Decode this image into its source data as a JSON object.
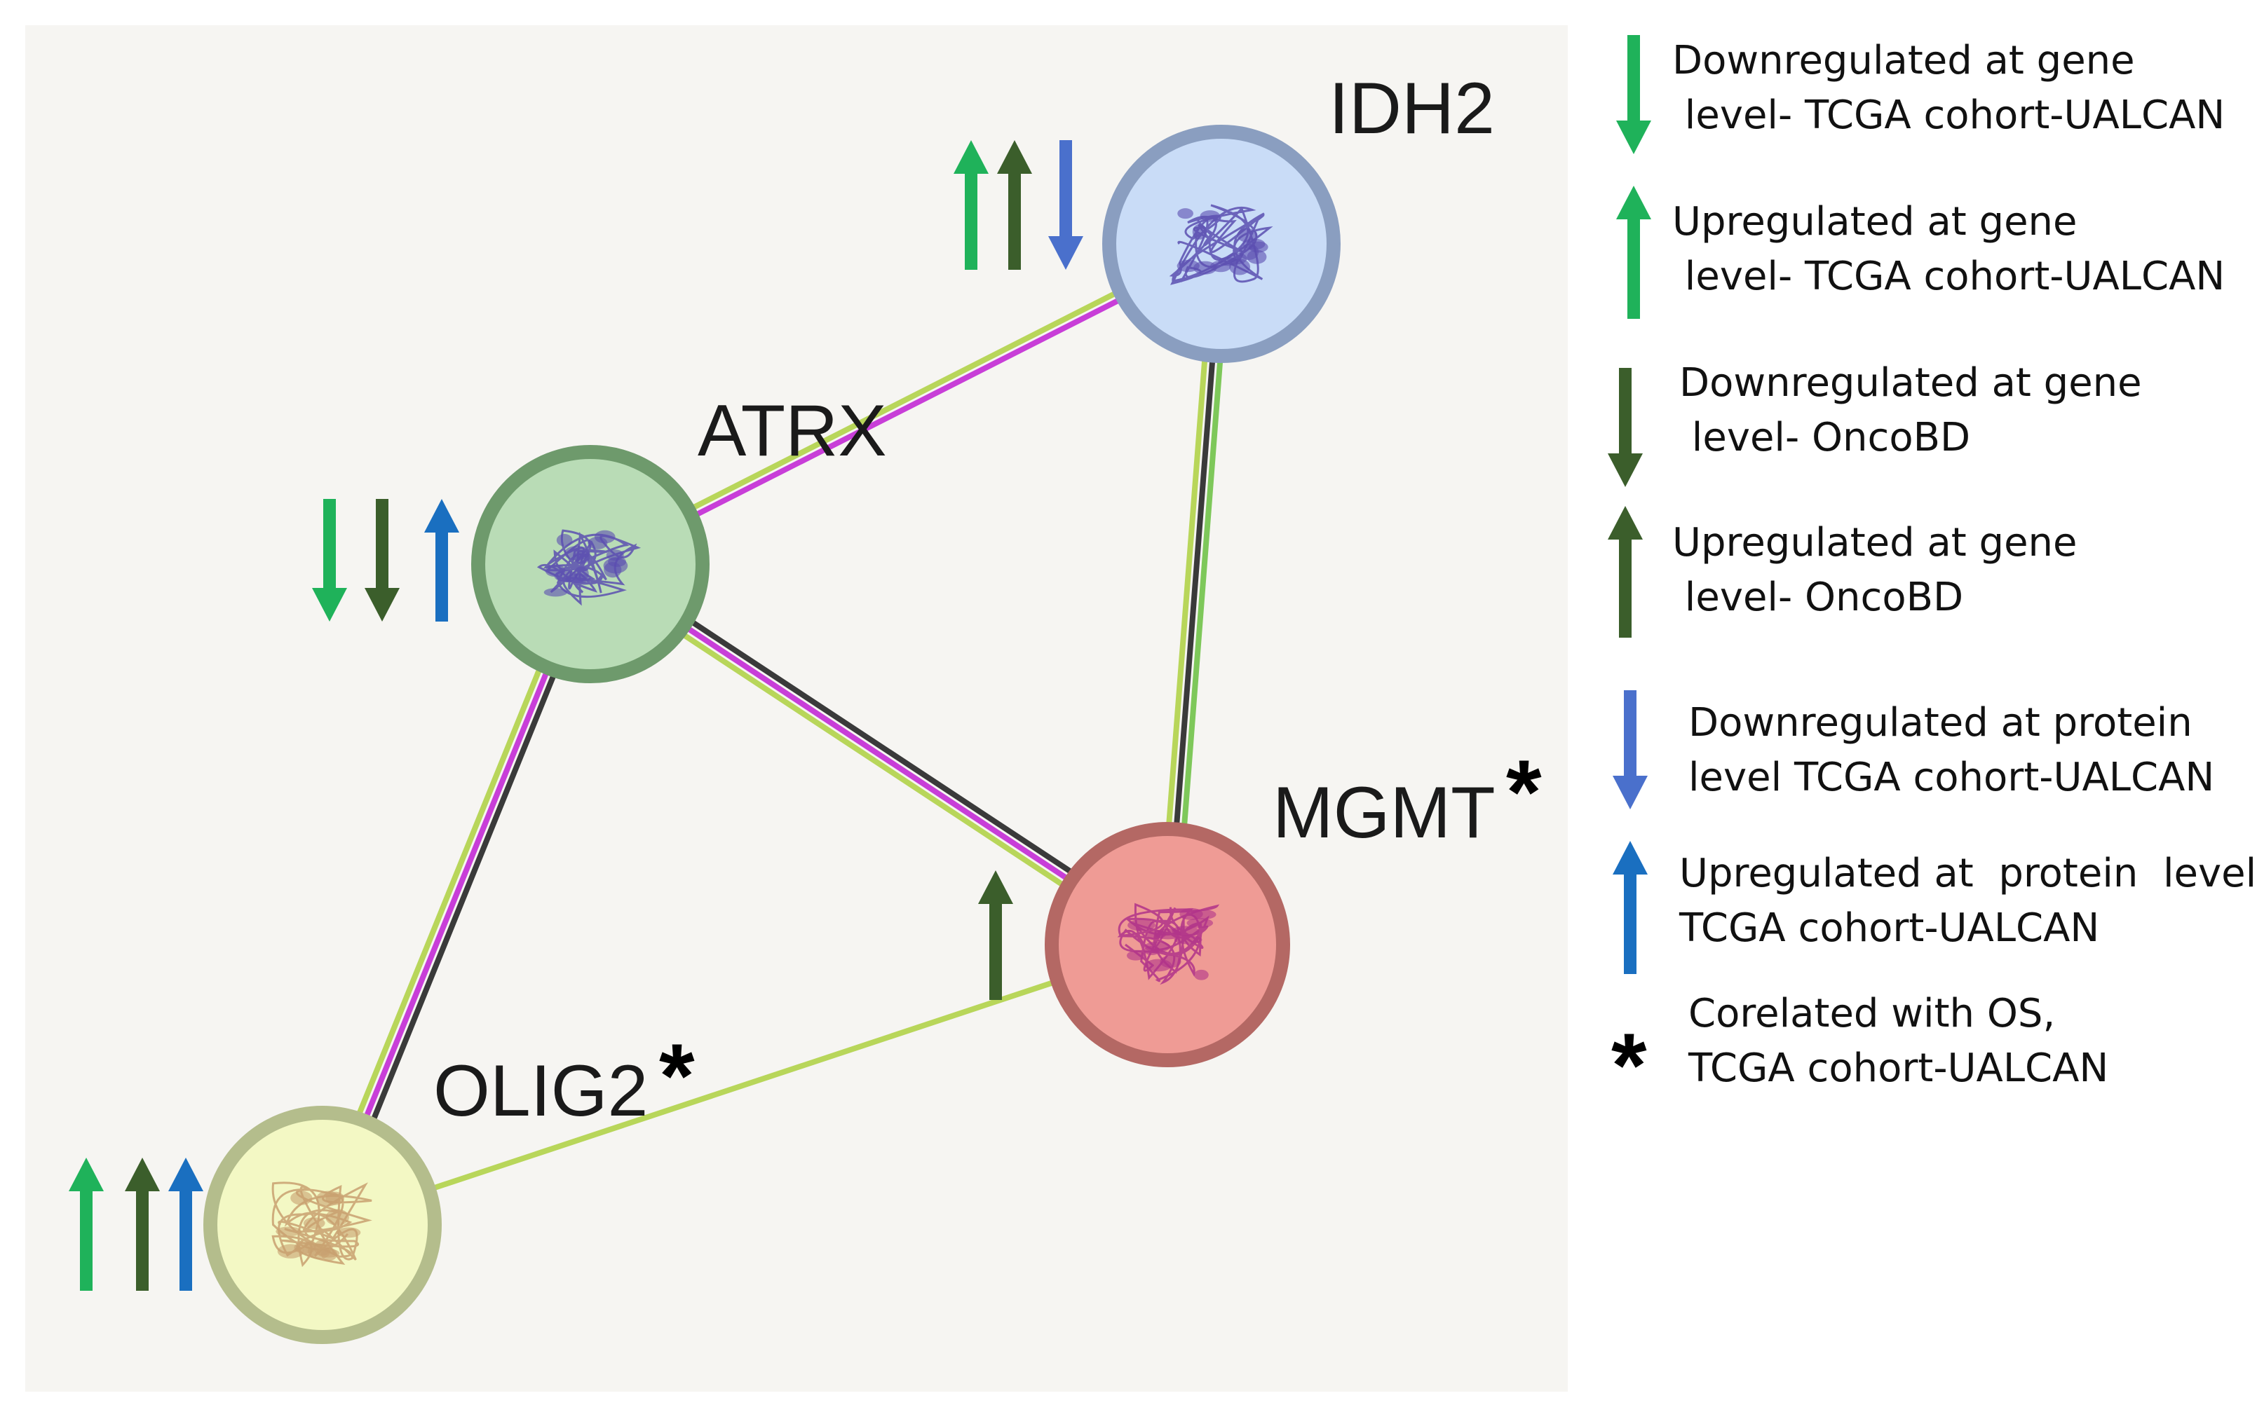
{
  "colors": {
    "panel_bg": "#f6f5f2",
    "edge_dark": "#3a3a3a",
    "edge_magenta": "#c83ed8",
    "edge_yellow": "#b8d65a",
    "edge_green": "#7ec85a",
    "arrow_green": "#1fb25a",
    "arrow_darkgreen": "#3b5e2b",
    "arrow_blue": "#4a70cc",
    "arrow_blue2": "#1a6fc0"
  },
  "nodes": [
    {
      "id": "IDH2",
      "label": "IDH2",
      "fill": "#c9dcf7",
      "ring": "#8a9ec0",
      "protein": "#5b4fb0",
      "starred": false,
      "arrows": [
        "up-green",
        "up-darkgreen",
        "down-blue"
      ]
    },
    {
      "id": "ATRX",
      "label": "ATRX",
      "fill": "#b9dcb6",
      "ring": "#6e9a6c",
      "protein": "#5b4fb0",
      "starred": false,
      "arrows": [
        "down-green",
        "down-darkgreen",
        "up-blue"
      ]
    },
    {
      "id": "MGMT",
      "label": "MGMT",
      "fill": "#ef9b95",
      "ring": "#b46864",
      "protein": "#b0338a",
      "starred": true,
      "arrows": [
        "up-darkgreen"
      ]
    },
    {
      "id": "OLIG2",
      "label": "OLIG2",
      "fill": "#f3f8c4",
      "ring": "#b4bd8c",
      "protein": "#c8a070",
      "starred": true,
      "arrows": [
        "up-green",
        "up-darkgreen",
        "up-blue"
      ]
    }
  ],
  "legend": [
    {
      "icon": "down-green",
      "lines": [
        "Downregulated at gene",
        " level- TCGA cohort-UALCAN"
      ]
    },
    {
      "icon": "up-green",
      "lines": [
        "Upregulated at gene",
        " level- TCGA cohort-UALCAN"
      ]
    },
    {
      "icon": "down-darkgreen",
      "lines": [
        "Downregulated at gene",
        " level- OncoBD"
      ]
    },
    {
      "icon": "up-darkgreen",
      "lines": [
        "Upregulated at gene",
        " level- OncoBD"
      ]
    },
    {
      "icon": "down-blue",
      "lines": [
        "Downregulated at protein",
        "level TCGA cohort-UALCAN"
      ]
    },
    {
      "icon": "up-blue",
      "lines": [
        "Upregulated at  protein  level",
        "TCGA cohort-UALCAN"
      ]
    },
    {
      "icon": "asterisk",
      "lines": [
        "Corelated with OS,",
        "TCGA cohort-UALCAN"
      ]
    }
  ],
  "asterisk_glyph": "*"
}
